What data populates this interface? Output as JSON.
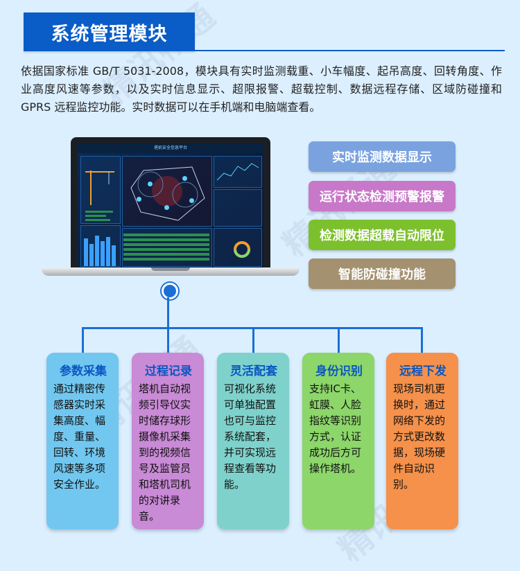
{
  "header": {
    "title": "系统管理模块"
  },
  "description": "依据国家标准 GB/T 5031-2008，模块具有实时监测载重、小车幅度、起吊高度、回转角度、作业高度风速等参数，以及实时信息显示、超限报警、超载控制、数据远程存储、区域防碰撞和 GPRS 远程监控功能。实时数据可以在手机端和电脑端查看。",
  "screen": {
    "title": "塔机安全信息平台"
  },
  "features": [
    {
      "label": "实时监测数据显示",
      "color": "#7aa2df"
    },
    {
      "label": "运行状态检测预警报警",
      "color": "#c878c8"
    },
    {
      "label": "检测数据超载自动限位",
      "color": "#7dc02e"
    },
    {
      "label": "智能防碰撞功能",
      "color": "#a49170"
    }
  ],
  "cards": [
    {
      "title": "参数采集",
      "body": "通过精密传感器实时采集高度、幅度、重量、回转、环境风速等多项安全作业。",
      "color": "#71c7ef"
    },
    {
      "title": "过程记录",
      "body": "塔机自动视频引导仪实时储存球形摄像机采集到的视频信号及监管员和塔机司机的对讲录音。",
      "color": "#c98ad6"
    },
    {
      "title": "灵活配套",
      "body": "可视化系统可单独配置也可与监控系统配套，并可实现远程查看等功能。",
      "color": "#7fd2cc"
    },
    {
      "title": "身份识别",
      "body": "支持IC卡、虹膜、人脸指纹等识别方式，认证成功后方可操作塔机。",
      "color": "#8cd66a"
    },
    {
      "title": "远程下发",
      "body": "现场司机更换时，通过网络下发的方式更改数据，现场硬件自动识别。",
      "color": "#f5914a"
    }
  ],
  "watermark": "精讯畅通"
}
